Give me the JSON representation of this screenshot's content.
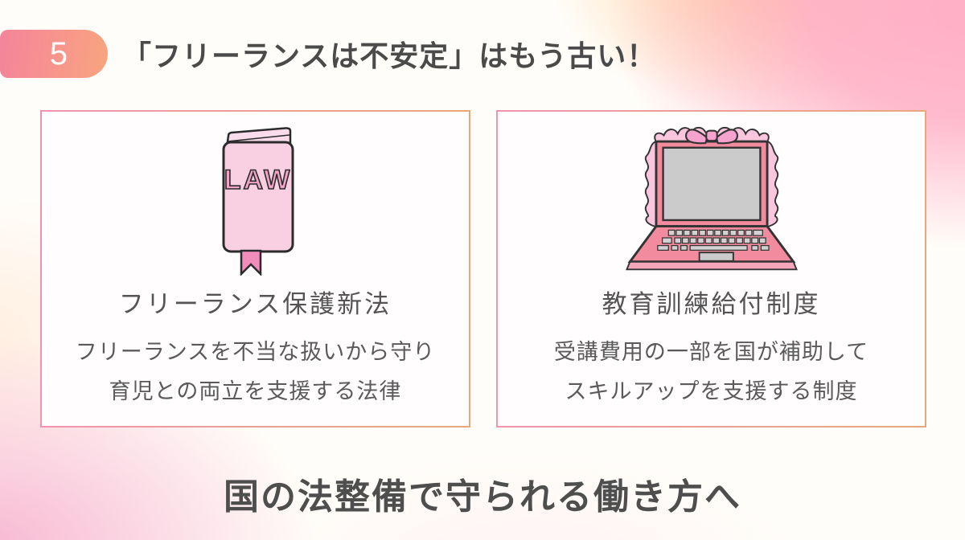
{
  "header": {
    "badge_number": "5",
    "title": "「フリーランスは不安定」はもう古い！"
  },
  "cards": [
    {
      "icon": "law-book-icon",
      "book_label": "LAW",
      "title": "フリーランス保護新法",
      "description_lines": [
        "フリーランスを不当な扱いから守り",
        "育児との両立を支援する法律"
      ]
    },
    {
      "icon": "ribbon-laptop-icon",
      "title": "教育訓練給付制度",
      "description_lines": [
        "受講費用の一部を国が補助して",
        "スキルアップを支援する制度"
      ]
    }
  ],
  "footer": {
    "conclusion": "国の法整備で守られる働き方へ"
  },
  "colors": {
    "badge_gradient_start": "#f4849b",
    "badge_gradient_end": "#f9a47f",
    "card_border_gradient_start": "#f193af",
    "card_border_gradient_end": "#e9a87b",
    "heading_text": "#4a4a4a",
    "body_text": "#5a5a5a",
    "background_pink": "#ffaec6",
    "background_peach": "#ffc684",
    "illustration_pink_light": "#f8d0e2",
    "illustration_pink": "#f28b9e",
    "illustration_accent_pink": "#f18cbb",
    "screen_gray": "#cbcbcb"
  }
}
